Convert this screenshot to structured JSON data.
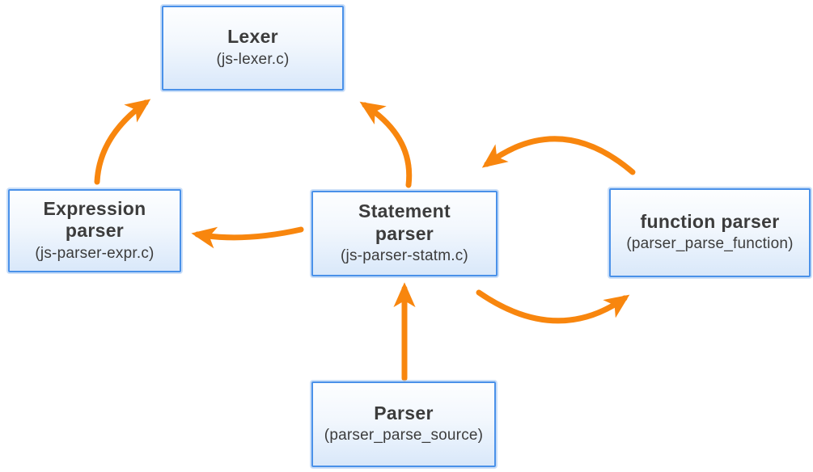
{
  "diagram": {
    "colors": {
      "background": "#FFFFFF",
      "arrow": "#F8860E",
      "node_border": "#4A91E9",
      "node_fill_top": "#FDFEFF",
      "node_fill_bottom": "#D9E8FA",
      "node_text": "#3C3C3C"
    },
    "nodes": [
      {
        "id": "lexer",
        "title": "Lexer",
        "subtitle": "(js-lexer.c)"
      },
      {
        "id": "expression-parser",
        "title": "Expression\nparser",
        "subtitle": "(js-parser-expr.c)"
      },
      {
        "id": "statement-parser",
        "title": "Statement\nparser",
        "subtitle": "(js-parser-statm.c)"
      },
      {
        "id": "function-parser",
        "title": "function parser",
        "subtitle": "(parser_parse_function)"
      },
      {
        "id": "parser",
        "title": "Parser",
        "subtitle": "(parser_parse_source)"
      }
    ],
    "edges": [
      {
        "from": "expression-parser",
        "to": "lexer"
      },
      {
        "from": "statement-parser",
        "to": "lexer"
      },
      {
        "from": "statement-parser",
        "to": "expression-parser"
      },
      {
        "from": "function-parser",
        "to": "statement-parser"
      },
      {
        "from": "statement-parser",
        "to": "function-parser"
      },
      {
        "from": "parser",
        "to": "statement-parser"
      }
    ]
  }
}
